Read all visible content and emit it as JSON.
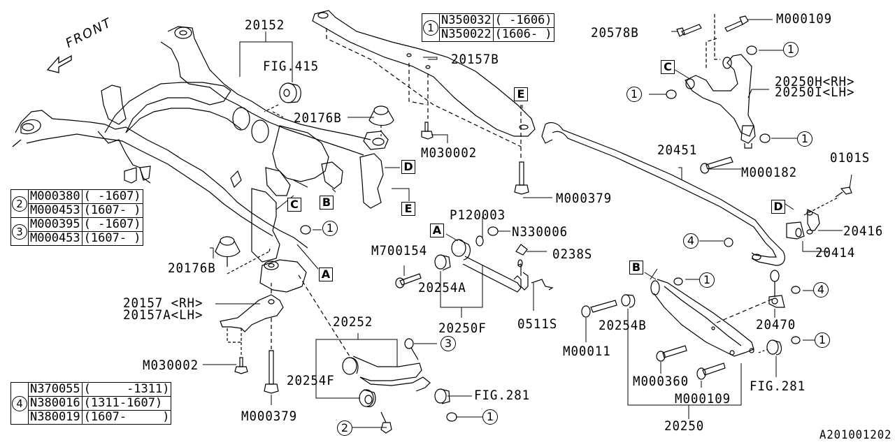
{
  "diagram": {
    "drawing_id": "A201001202",
    "front_indicator": "FRONT",
    "reference_tables": [
      {
        "key": "1",
        "rows": [
          {
            "part": "N350032",
            "range": "( -1606)"
          },
          {
            "part": "N350022",
            "range": "(1606- )"
          }
        ]
      },
      {
        "key": "2",
        "rows": [
          {
            "part": "M000380",
            "range": "( -1607)"
          },
          {
            "part": "M000453",
            "range": "(1607- )"
          }
        ]
      },
      {
        "key": "3",
        "rows": [
          {
            "part": "M000395",
            "range": "( -1607)"
          },
          {
            "part": "M000453",
            "range": "(1607- )"
          }
        ]
      },
      {
        "key": "4",
        "rows": [
          {
            "part": "N370055",
            "range": "(     -1311)"
          },
          {
            "part": "N380016",
            "range": "(1311-1607)"
          },
          {
            "part": "N380019",
            "range": "(1607-     )"
          }
        ]
      }
    ],
    "part_labels": {
      "p20152": "20152",
      "fig415": "FIG.415",
      "p20157B": "20157B",
      "p20176B_top": "20176B",
      "m030002_top": "M030002",
      "m000379_top": "M000379",
      "p20578B": "20578B",
      "m000109_top": "M000109",
      "p20250H": "20250H<RH>",
      "p20250I": "20250I<LH>",
      "p20451": "20451",
      "m000182": "M000182",
      "p0101S": "0101S",
      "p20416": "20416",
      "p20414": "20414",
      "p120003": "P120003",
      "n330006": "N330006",
      "m700154": "M700154",
      "p0238S": "0238S",
      "p20254A": "20254A",
      "p20250F": "20250F",
      "p0511S": "0511S",
      "p20176B_left": "20176B",
      "p20157_rh": "20157 <RH>",
      "p20157A_lh": "20157A<LH>",
      "m030002_bottom": "M030002",
      "m000379_bottom": "M000379",
      "p20252": "20252",
      "p20254F": "20254F",
      "fig281_mid": "FIG.281",
      "p20470": "20470",
      "m00011": "M00011",
      "p20254B": "20254B",
      "m000360": "M000360",
      "m000109_bottom": "M000109",
      "fig281_right": "FIG.281",
      "p20250": "20250"
    },
    "callout_keys": {
      "one": "1",
      "two": "2",
      "three": "3",
      "four": "4"
    },
    "boxed_refs": {
      "A": "A",
      "B": "B",
      "C": "C",
      "D": "D",
      "E": "E"
    }
  }
}
